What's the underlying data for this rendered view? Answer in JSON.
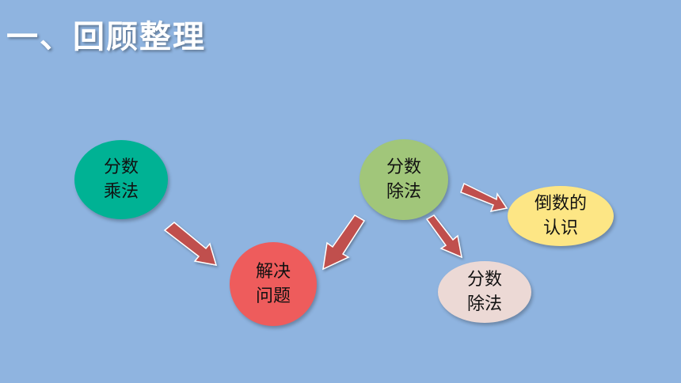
{
  "slide": {
    "title": "一、回顾整理",
    "nodes": {
      "fraction_multiplication": "分数\n乘法",
      "fraction_division_top": "分数\n除法",
      "reciprocal": "倒数的\n认识",
      "problem_solving": "解决\n问题",
      "fraction_division_bottom": "分数\n除法"
    },
    "colors": {
      "background": "#8fb4e0",
      "arrow_fill": "#c0504d",
      "arrow_stroke": "#ffffff"
    }
  }
}
